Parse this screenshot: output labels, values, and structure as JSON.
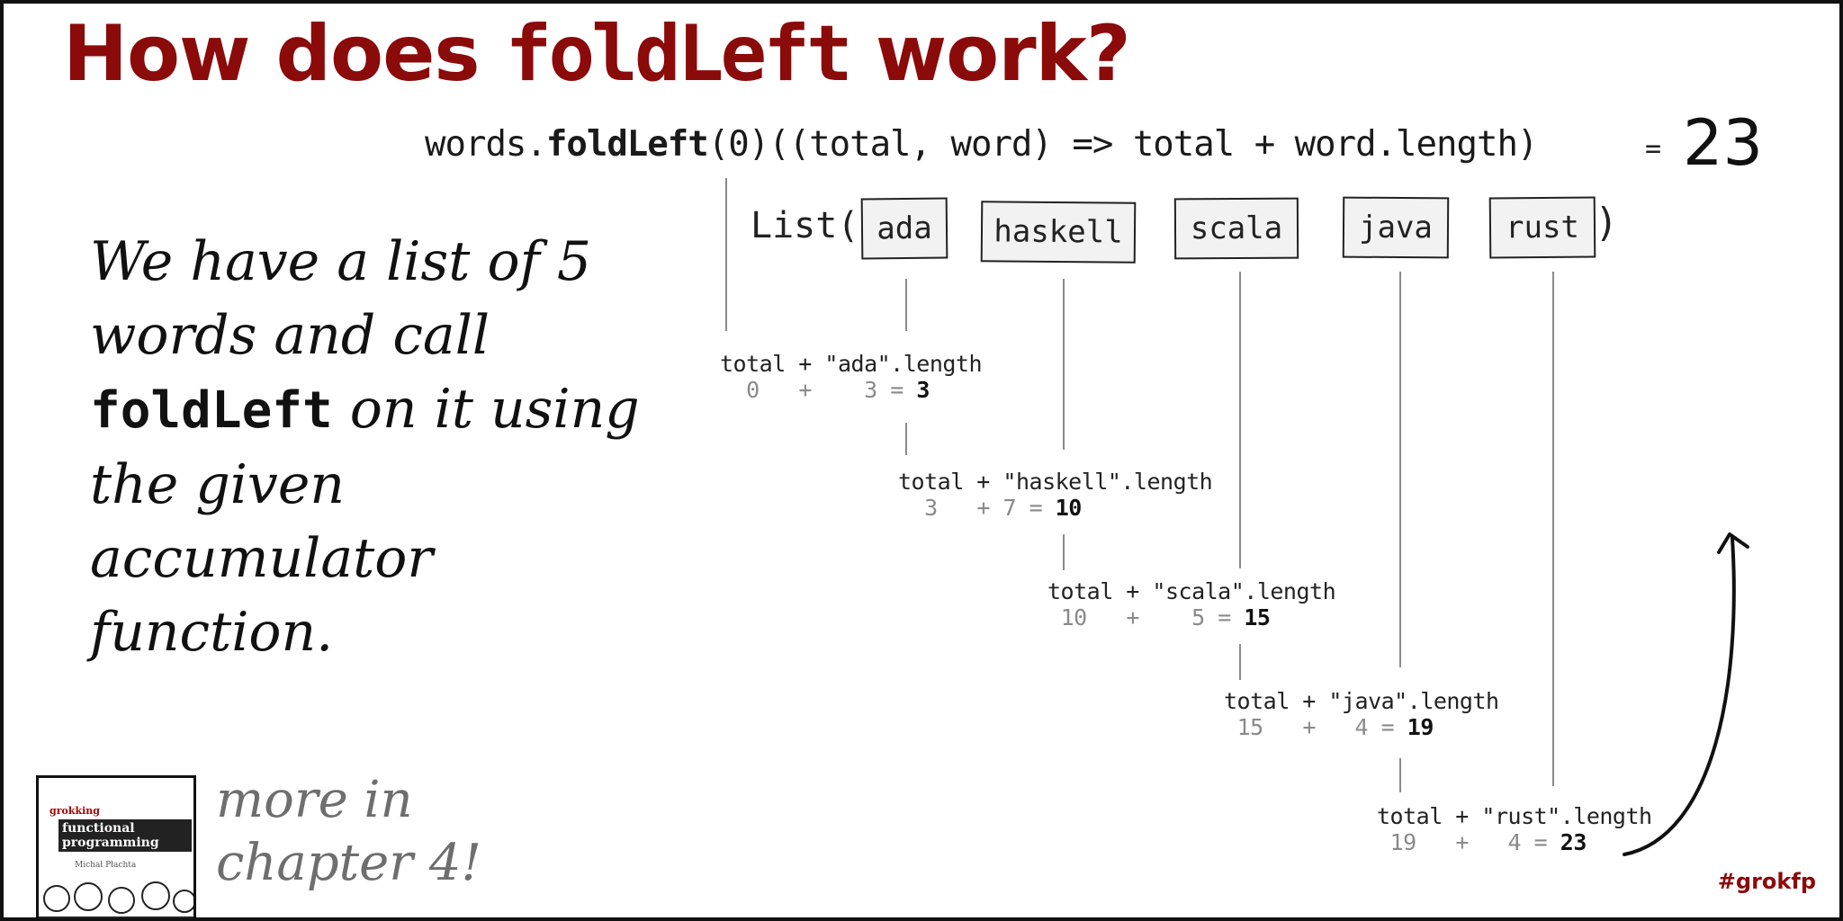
{
  "title": {
    "prefix": "How does ",
    "code": "foldLeft",
    "suffix": " work?"
  },
  "code_line": {
    "prefix": "words.",
    "method": "foldLeft",
    "suffix": "(0)((total, word) => total + word.length)",
    "equals": "=",
    "result": "23"
  },
  "list": {
    "open": "List(",
    "close": ")",
    "words": [
      "ada",
      "haskell",
      "scala",
      "java",
      "rust"
    ]
  },
  "steps": [
    {
      "expr": "total + \"ada\".length",
      "total": "0",
      "plus": "+",
      "len": "3",
      "eq": "=",
      "result": "3"
    },
    {
      "expr": "total + \"haskell\".length",
      "total": "3",
      "plus": "+",
      "len": "7",
      "eq": "=",
      "result": "10"
    },
    {
      "expr": "total + \"scala\".length",
      "total": "10",
      "plus": "+",
      "len": "5",
      "eq": "=",
      "result": "15"
    },
    {
      "expr": "total + \"java\".length",
      "total": "15",
      "plus": "+",
      "len": "4",
      "eq": "=",
      "result": "19"
    },
    {
      "expr": "total + \"rust\".length",
      "total": "19",
      "plus": "+",
      "len": "4",
      "eq": "=",
      "result": "23"
    }
  ],
  "explanation": {
    "part1": "We have a list of 5 words and call ",
    "code": "foldLeft",
    "part2": " on it using the given accumulator function."
  },
  "promo": {
    "text": "more in chapter 4!",
    "book_series": "grokking",
    "book_title": "functional programming",
    "book_author": "Michał Płachta"
  },
  "hashtag": "#grokfp",
  "colors": {
    "accent": "#8b0a0a",
    "text": "#111111",
    "muted": "#8a8a8a"
  }
}
